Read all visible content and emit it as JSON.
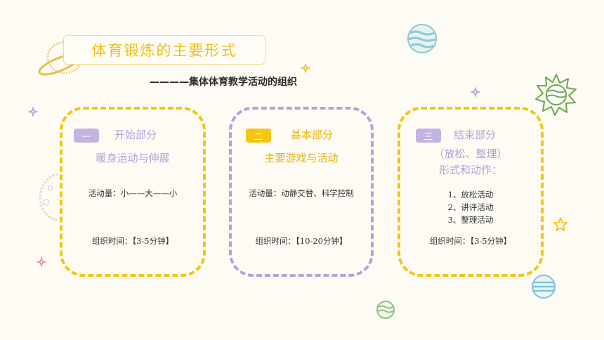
{
  "title": "体育锻炼的主要形式",
  "subtitle": "————集体体育教学活动的组织",
  "cards": [
    {
      "badge": "一",
      "heading1": "开始部分",
      "heading2": "暖身运动与伸展",
      "amount": "活动量：小——大——小",
      "time": "组织时间：【3-5分钟】"
    },
    {
      "badge": "二",
      "heading1": "基本部分",
      "heading2": "主要游戏与活动",
      "amount": "活动量：动静交替、科学控制",
      "time": "组织时间：【10-20分钟】"
    },
    {
      "badge": "三",
      "heading1": "结束部分",
      "heading2": "（放松、整理）",
      "heading3": "形式和动作：",
      "list": [
        "1、放松活动",
        "2、讲评活动",
        "3、整理活动"
      ],
      "time": "组织时间：【3-5分钟】"
    }
  ],
  "colors": {
    "yellow": "#f3c615",
    "purple": "#b9a0d8",
    "background": "#fdfbf4"
  },
  "icons": [
    "saturn-icon",
    "striped-planet-icon",
    "sun-icon",
    "star-icon",
    "sparkle-icon",
    "moon-icon",
    "small-planet-icon",
    "ringed-planet-icon"
  ]
}
